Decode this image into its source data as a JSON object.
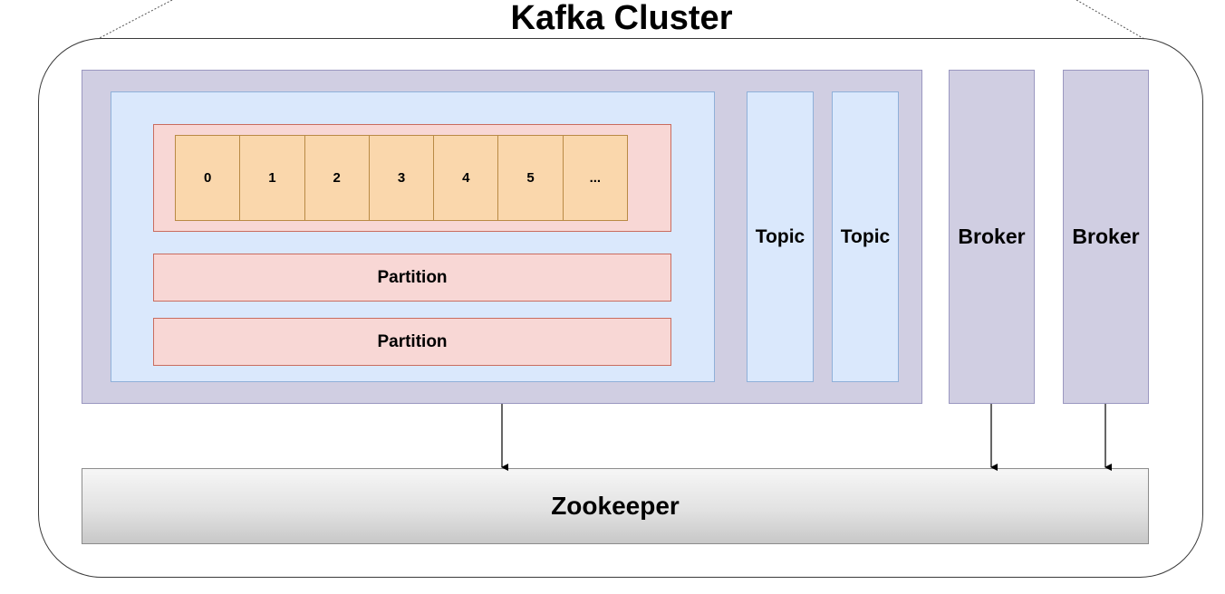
{
  "cluster": {
    "title": "Kafka Cluster"
  },
  "topic_main": {
    "offsets": [
      "0",
      "1",
      "2",
      "3",
      "4",
      "5",
      "..."
    ],
    "partitions": [
      "Partition",
      "Partition"
    ]
  },
  "topics": [
    "Topic",
    "Topic"
  ],
  "brokers": [
    "Broker",
    "Broker"
  ],
  "zookeeper": {
    "label": "Zookeeper"
  },
  "colors": {
    "broker_fill": "#d0cee2",
    "topic_fill": "#dae8fc",
    "partition_fill": "#f8d7d5",
    "offset_fill": "#fad7ac",
    "zookeeper_fill": "#e2e2e2"
  }
}
